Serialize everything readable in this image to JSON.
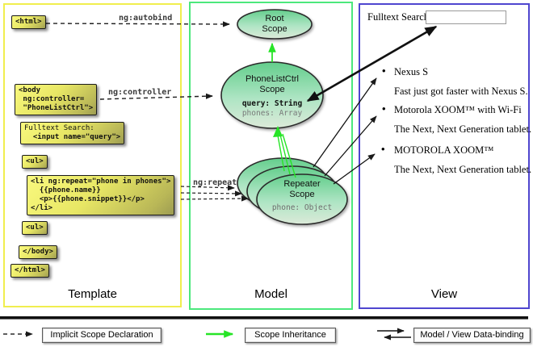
{
  "columns": {
    "template_label": "Template",
    "model_label": "Model",
    "view_label": "View"
  },
  "template": {
    "html_open": "<html>",
    "body_open": "<body\n ng:controller=\n \"PhoneListCtrl\">",
    "fulltext_label": "Fulltext Search:",
    "fulltext_input": "  <input name=\"query\">",
    "ul_open": "<ul>",
    "li_repeat": "<li ng:repeat=\"phone in phones\">\n  {{phone.name}}\n  <p>{{phone.snippet}}</p>\n</li>",
    "ul_close": "<ul>",
    "body_close": "</body>",
    "html_close": "</html>"
  },
  "model": {
    "root_scope": {
      "title": "Root\nScope"
    },
    "phonelist_scope": {
      "title": "PhoneListCtrl\nScope",
      "prop_query": "query: String",
      "prop_phones": "phones: Array"
    },
    "repeater_scope": {
      "title": "Repeater\nScope",
      "prop_phone": "phone: Object"
    }
  },
  "arrow_labels": {
    "autobind": "ng:autobind",
    "controller": "ng:controller",
    "repeat": "ng:repeat"
  },
  "view": {
    "search_label": "Fulltext Search:",
    "search_value": "",
    "bullet": "•",
    "items": [
      {
        "title": "Nexus S",
        "desc": "Fast just got faster with Nexus S."
      },
      {
        "title": "Motorola XOOM™ with Wi-Fi",
        "desc": "The Next, Next Generation tablet."
      },
      {
        "title": "MOTOROLA XOOM™",
        "desc": "The Next, Next Generation tablet."
      }
    ]
  },
  "legend": {
    "implicit": "Implicit Scope Declaration",
    "inheritance": "Scope Inheritance",
    "databinding": "Model / View Data-binding"
  },
  "colors": {
    "template_border": "#f0ee4e",
    "model_border": "#4ce87c",
    "view_border": "#4f46cf",
    "scope_fill_top": "#63ce8c",
    "scope_fill_bottom": "#dcead9",
    "code_box_yellow": "#f9f97e",
    "inheritance_green": "#27e427",
    "arrow_black": "#1a1a1a"
  }
}
